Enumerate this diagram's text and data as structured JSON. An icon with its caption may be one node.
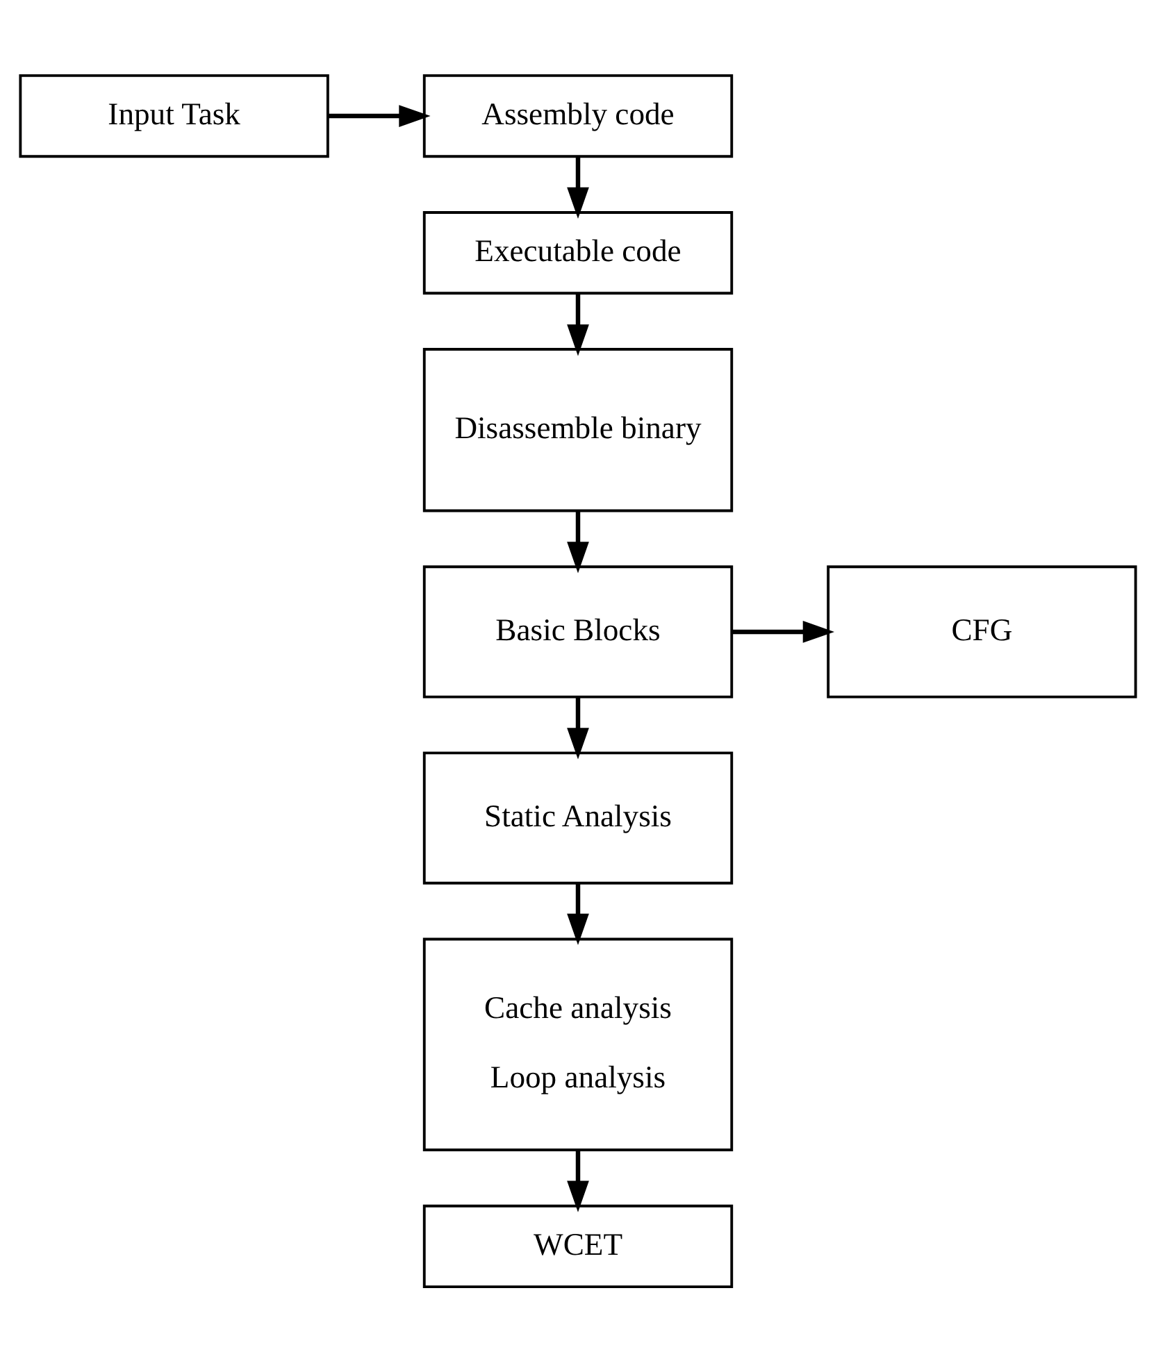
{
  "diagram": {
    "nodes": [
      {
        "text": [
          "Input Task"
        ]
      },
      {
        "text": [
          "Assembly code"
        ]
      },
      {
        "text": [
          "Executable code"
        ]
      },
      {
        "text": [
          "Disassemble binary"
        ]
      },
      {
        "text": [
          "Basic Blocks"
        ]
      },
      {
        "text": [
          "CFG"
        ]
      },
      {
        "text": [
          "Static Analysis"
        ]
      },
      {
        "text": [
          "Cache analysis",
          "Loop analysis"
        ]
      },
      {
        "text": [
          "WCET"
        ]
      }
    ],
    "edges": [
      {
        "from": 0,
        "to": 1,
        "arrow": "to"
      },
      {
        "from": 1,
        "to": 2,
        "arrow": "to"
      },
      {
        "from": 2,
        "to": 3,
        "arrow": "to"
      },
      {
        "from": 3,
        "to": 4,
        "arrow": "to"
      },
      {
        "from": 4,
        "to": 5,
        "arrow": "to"
      },
      {
        "from": 4,
        "to": 6,
        "arrow": "to"
      },
      {
        "from": 6,
        "to": 7,
        "arrow": "to"
      },
      {
        "from": 7,
        "to": 8,
        "arrow": "to"
      }
    ]
  }
}
